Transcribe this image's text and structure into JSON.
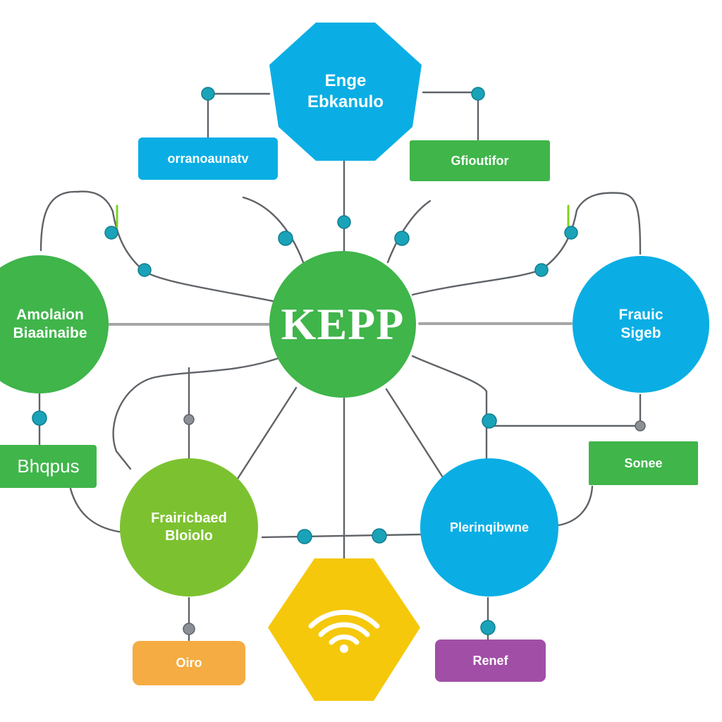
{
  "colors": {
    "green": "#3fb54a",
    "lime": "#7cc230",
    "blue": "#0aaee4",
    "yellow": "#f5c80c",
    "orange": "#f5ac42",
    "purple": "#a14fa6",
    "connector": "#5f6368",
    "connector_dot": "#1aa3b8"
  },
  "center": {
    "label": "KEPP"
  },
  "top_hexagon": {
    "line1": "Enge",
    "line2": "Ebkanulo"
  },
  "left_circle": {
    "line1": "Amolaion",
    "line2": "Biaainaibe"
  },
  "right_circle": {
    "line1": "Frauic",
    "line2": "Sigeb"
  },
  "bottom_left_circle": {
    "line1": "Frairicbaed",
    "line2": "Bloiolo"
  },
  "bottom_right_circle": {
    "line1": "Plerinqibwne"
  },
  "bottom_hexagon": {
    "icon": "wifi-icon"
  },
  "labels": {
    "top_left": "orranoaunatv",
    "top_right": "Gfioutifor",
    "left": "Bhqpus",
    "right": "Sonee",
    "bottom_left": "Oiro",
    "bottom_right": "Renef"
  }
}
